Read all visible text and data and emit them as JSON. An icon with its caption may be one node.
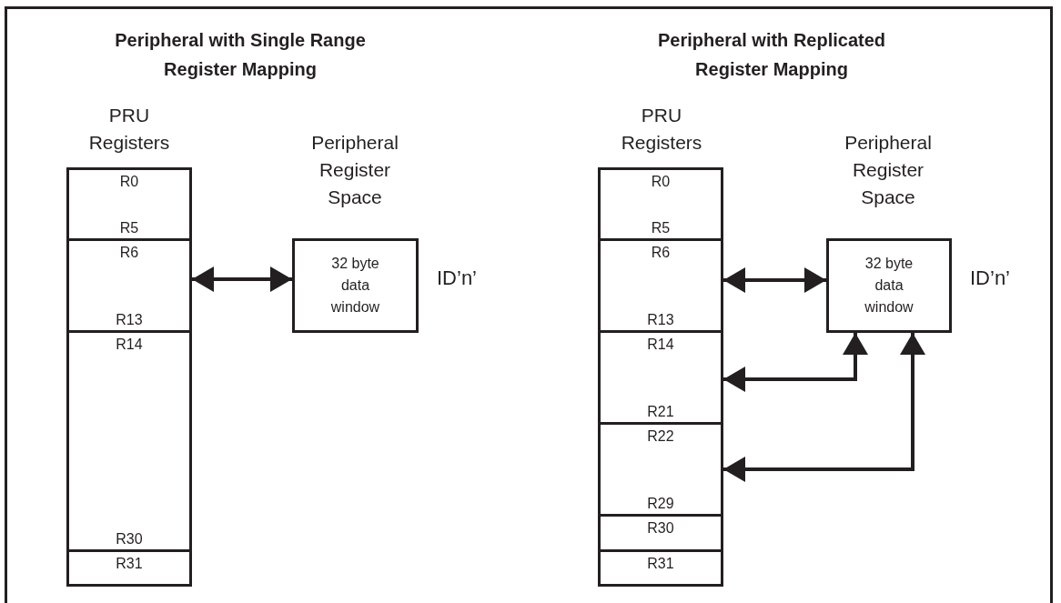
{
  "diagram": {
    "nodes": [
      {
        "text": [
          "R0",
          "R5"
        ]
      },
      {
        "text": [
          "R6",
          "R13"
        ]
      },
      {
        "text": [
          "R14",
          "R30"
        ]
      },
      {
        "text": [
          "R31"
        ]
      },
      {
        "text": [
          "32 byte data window"
        ],
        "beside": [
          "ID’n’"
        ]
      },
      {
        "text": [
          "R0",
          "R5"
        ]
      },
      {
        "text": [
          "R6",
          "R13"
        ]
      },
      {
        "text": [
          "R14",
          "R21"
        ]
      },
      {
        "text": [
          "R22",
          "R29"
        ]
      },
      {
        "text": [
          "R30"
        ]
      },
      {
        "text": [
          "R31"
        ]
      },
      {
        "text": [
          "32 byte data window"
        ],
        "beside": [
          "ID’n’"
        ]
      }
    ],
    "edges": [
      {
        "from": 1,
        "to": 4,
        "arrow": "both"
      },
      {
        "from": 6,
        "to": 11,
        "arrow": "both"
      },
      {
        "from": 7,
        "to": 11,
        "arrow": "both"
      },
      {
        "from": 8,
        "to": 11,
        "arrow": "both"
      }
    ],
    "labels": [
      "Peripheral with Single Range Register Mapping",
      "Peripheral with Replicated Register Mapping",
      "PRU Registers",
      "Peripheral Register Space",
      "PRU Registers",
      "Peripheral Register Space"
    ]
  }
}
